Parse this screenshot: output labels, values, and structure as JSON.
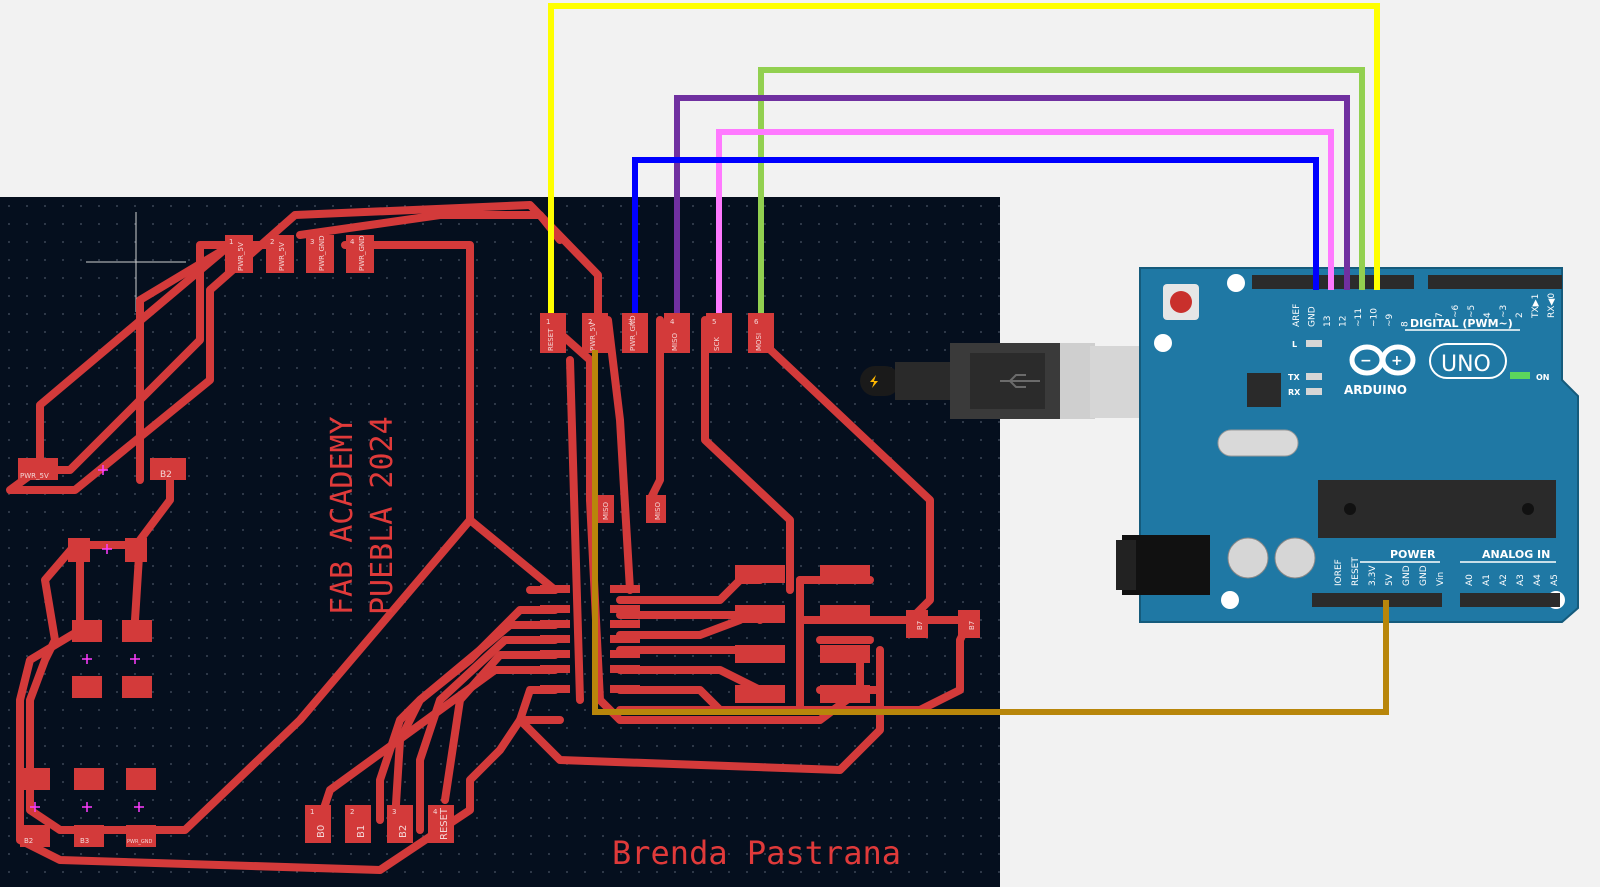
{
  "pcb": {
    "title_line1": "FAB ACADEMY",
    "title_line2": "PUEBLA 2024",
    "author": "Brenda Pastrana",
    "header_pins": [
      {
        "num": "1",
        "name": "RESET"
      },
      {
        "num": "2",
        "name": "PWR_5V"
      },
      {
        "num": "3",
        "name": "PWR_GND"
      },
      {
        "num": "4",
        "name": "MISO"
      },
      {
        "num": "5",
        "name": "SCK"
      },
      {
        "num": "6",
        "name": "MOSI"
      }
    ],
    "top_pads": [
      {
        "num": "1",
        "name": "PWR_5V"
      },
      {
        "num": "2",
        "name": "PWR_5V"
      },
      {
        "num": "3",
        "name": "PWR_GND"
      },
      {
        "num": "4",
        "name": "PWR_GND"
      }
    ],
    "bottom_pins": [
      {
        "num": "1",
        "name": "B0"
      },
      {
        "num": "2",
        "name": "B1"
      },
      {
        "num": "3",
        "name": "B2"
      },
      {
        "num": "4",
        "name": "RESET"
      }
    ],
    "misc_pads": {
      "pwr5v": "PWR_5V",
      "b2": "B2",
      "miso1": "MISO",
      "miso2": "MISO",
      "b7a": "B7",
      "b7b": "B7",
      "b3": "B3",
      "b2b": "B2",
      "pwrgnd": "PWR_GND"
    }
  },
  "arduino": {
    "brand": "ARDUINO",
    "model": "UNO",
    "digital_label": "DIGITAL (PWM~)",
    "power_label": "POWER",
    "analog_label": "ANALOG IN",
    "on_label": "ON",
    "l_label": "L",
    "tx_label": "TX",
    "rx_label": "RX",
    "digital_pins": [
      "AREF",
      "GND",
      "13",
      "12",
      "~11",
      "~10",
      "~9",
      "8",
      "7",
      "~6",
      "~5",
      "4",
      "~3",
      "2",
      "TX▶1",
      "RX◀0"
    ],
    "power_pins": [
      "IOREF",
      "RESET",
      "3.3V",
      "5V",
      "GND",
      "GND",
      "Vin"
    ],
    "analog_pins": [
      "A0",
      "A1",
      "A2",
      "A3",
      "A4",
      "A5"
    ]
  },
  "wires": [
    {
      "from": "RESET",
      "to": "~10",
      "color": "#ffff00"
    },
    {
      "from": "MOSI",
      "to": "~11",
      "color": "#92d050"
    },
    {
      "from": "MISO",
      "to": "12",
      "color": "#7030a0"
    },
    {
      "from": "SCK",
      "to": "13",
      "color": "#ff79ff"
    },
    {
      "from": "PWR_GND",
      "to": "GND",
      "color": "#0000ff"
    },
    {
      "from": "PWR_5V",
      "to": "5V",
      "color": "#b8860b"
    }
  ],
  "colors": {
    "pcb_background": "#050f1e",
    "trace": "#d33a3a",
    "arduino_board": "#1f78a4"
  }
}
